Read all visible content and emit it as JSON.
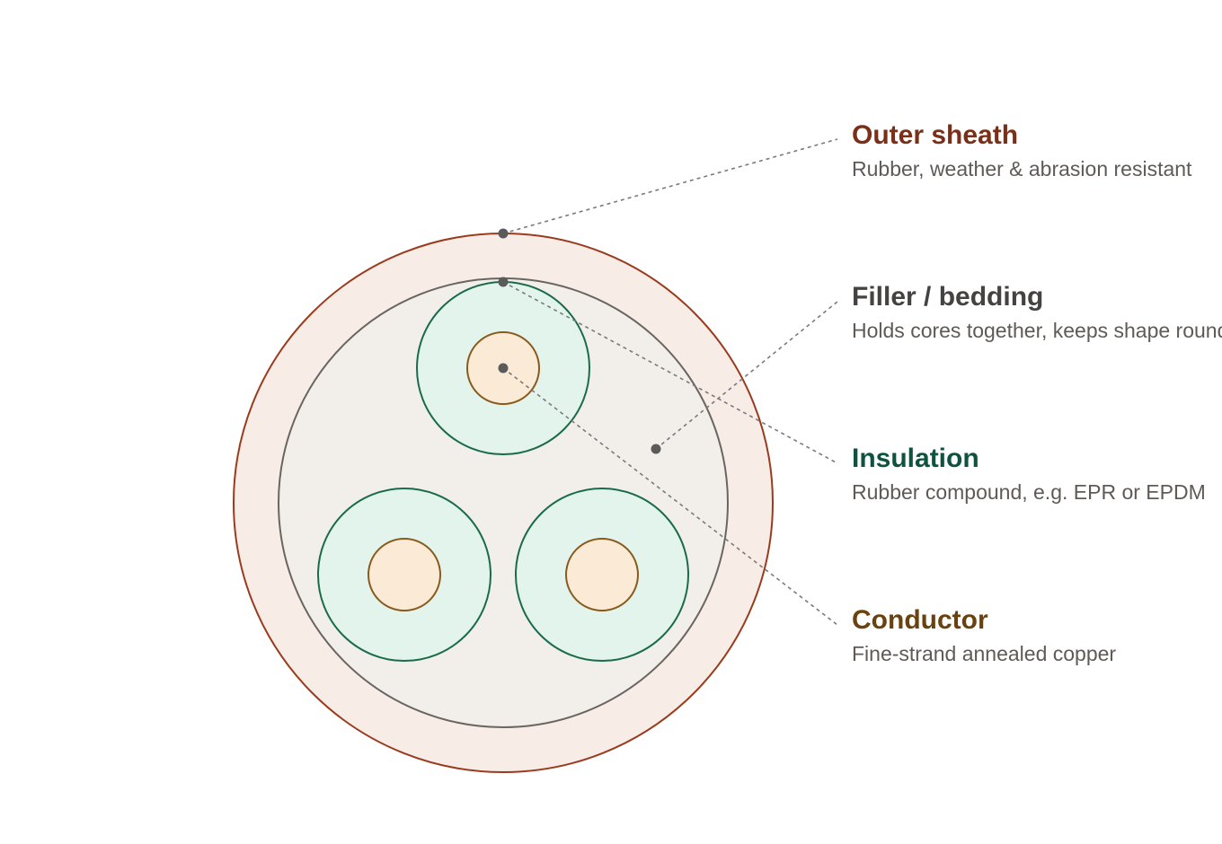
{
  "colors": {
    "sheath_fill": "#f8ece7",
    "sheath_stroke": "#9a3b1e",
    "filler_fill": "#f2eee9",
    "filler_stroke": "#6b6561",
    "insulation_fill": "#e3f4ec",
    "insulation_stroke": "#1a6b4c",
    "conductor_fill": "#fbebd6",
    "conductor_stroke": "#8a5a1c",
    "title_sheath": "#7a2f18",
    "title_filler": "#454341",
    "title_insulation": "#0f5240",
    "title_conductor": "#6a4210",
    "description_text": "#5f5a55",
    "leader_line": "#7a7a7a"
  },
  "labels": {
    "sheath": {
      "title": "Outer sheath",
      "description": "Rubber, weather & abrasion resistant"
    },
    "filler": {
      "title": "Filler / bedding",
      "description": "Holds cores together, keeps shape round"
    },
    "insulation": {
      "title": "Insulation",
      "description": "Rubber compound, e.g. EPR or EPDM"
    },
    "conductor": {
      "title": "Conductor",
      "description": "Fine-strand annealed copper"
    }
  }
}
